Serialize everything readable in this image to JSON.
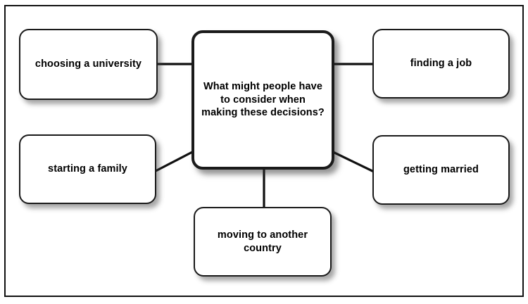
{
  "diagram": {
    "type": "mind-map",
    "title_node": {
      "id": "center",
      "label": "What might people have to consider when making these decisions?"
    },
    "nodes": [
      {
        "id": "choosing-a-university",
        "label": "choosing a university",
        "position": "top-left"
      },
      {
        "id": "finding-a-job",
        "label": "finding a job",
        "position": "top-right"
      },
      {
        "id": "starting-a-family",
        "label": "starting a family",
        "position": "mid-left"
      },
      {
        "id": "getting-married",
        "label": "getting married",
        "position": "mid-right"
      },
      {
        "id": "moving-to-another-country",
        "label": "moving to another country",
        "position": "bottom-center"
      }
    ],
    "connections": [
      {
        "from": "choosing-a-university",
        "to": "center",
        "style": "straight-horizontal"
      },
      {
        "from": "finding-a-job",
        "to": "center",
        "style": "straight-horizontal"
      },
      {
        "from": "starting-a-family",
        "to": "center",
        "style": "diagonal"
      },
      {
        "from": "getting-married",
        "to": "center",
        "style": "diagonal"
      },
      {
        "from": "moving-to-another-country",
        "to": "center",
        "style": "straight-vertical"
      }
    ],
    "colors": {
      "background": "#ffffff",
      "node_fill": "#ffffff",
      "node_border": "#1a1a1a",
      "text": "#000000",
      "connector": "#111111",
      "frame": "#111111"
    }
  }
}
